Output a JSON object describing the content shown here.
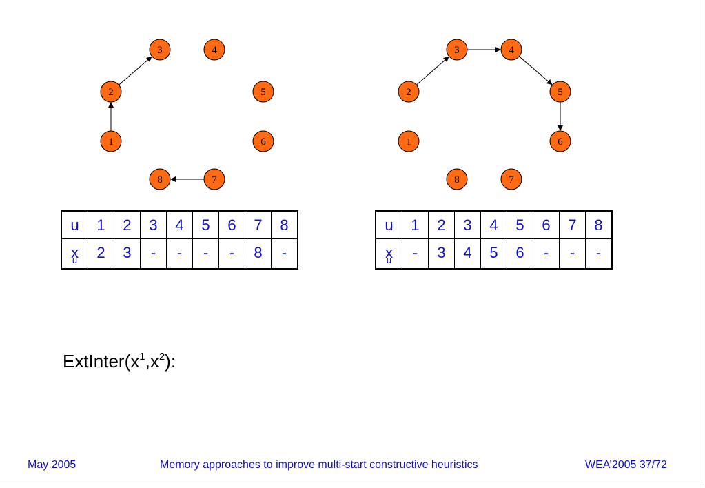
{
  "graph_left": {
    "nodes": [
      "1",
      "2",
      "3",
      "4",
      "5",
      "6",
      "7",
      "8"
    ],
    "edges": [
      [
        "1",
        "2"
      ],
      [
        "2",
        "3"
      ],
      [
        "7",
        "8"
      ]
    ]
  },
  "graph_right": {
    "nodes": [
      "1",
      "2",
      "3",
      "4",
      "5",
      "6",
      "7",
      "8"
    ],
    "edges": [
      [
        "2",
        "3"
      ],
      [
        "3",
        "4"
      ],
      [
        "4",
        "5"
      ],
      [
        "5",
        "6"
      ]
    ]
  },
  "table_left": {
    "header_label": "u",
    "row_label": "x",
    "row_label_sub": "u",
    "headers": [
      "1",
      "2",
      "3",
      "4",
      "5",
      "6",
      "7",
      "8"
    ],
    "values": [
      "2",
      "3",
      "-",
      "-",
      "-",
      "-",
      "8",
      "-"
    ]
  },
  "table_right": {
    "header_label": "u",
    "row_label": "x",
    "row_label_sub": "u",
    "headers": [
      "1",
      "2",
      "3",
      "4",
      "5",
      "6",
      "7",
      "8"
    ],
    "values": [
      "-",
      "3",
      "4",
      "5",
      "6",
      "-",
      "-",
      "-"
    ]
  },
  "formula": {
    "prefix": "ExtInter(x",
    "sup1": "1",
    "mid": ",x",
    "sup2": "2",
    "suffix": "):"
  },
  "footer": {
    "date": "May 2005",
    "title": "Memory approaches to improve multi-start constructive heuristics",
    "page": "WEA’2005 37/72"
  },
  "colors": {
    "node_fill": "#ff6a12",
    "text_blue": "#1010cc"
  }
}
